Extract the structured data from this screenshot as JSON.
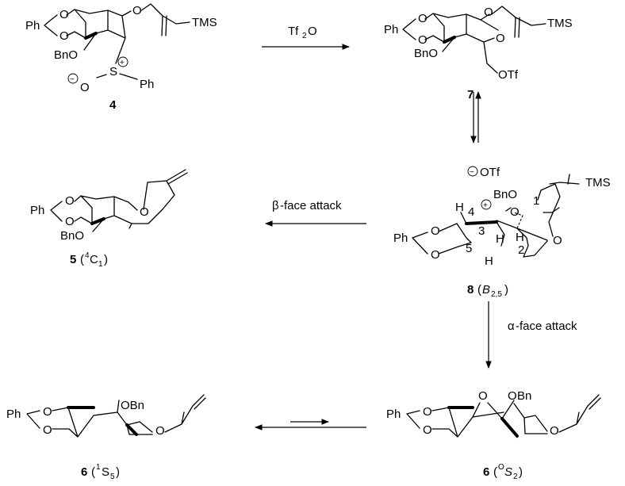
{
  "reagents": {
    "tf2o_main": "Tf",
    "tf2o_sub": "2",
    "tf2o_tail": "O",
    "beta_greek": "β",
    "beta_text": "-face attack",
    "alpha_greek": "α",
    "alpha_text": "-face attack"
  },
  "atoms": {
    "ph": "Ph",
    "bno": "BnO",
    "o": "O",
    "tms": "TMS",
    "otf": "OTf",
    "s": "S",
    "h": "H",
    "obn": "OBn",
    "bn": "Bn"
  },
  "charges": {
    "plus": "+",
    "minus": "−"
  },
  "locants": {
    "c1": "1",
    "c2": "2",
    "c3": "3",
    "c4": "4",
    "c5": "5"
  },
  "compounds": {
    "c4": {
      "num": "4"
    },
    "c7": {
      "num": "7"
    },
    "c8": {
      "num": "8",
      "conf_main": "B",
      "conf_sub": "2,5"
    },
    "c5": {
      "num": "5",
      "conf_sup": "4",
      "conf_main": "C",
      "conf_sub": "1"
    },
    "c6a": {
      "num": "6",
      "conf_sup": "1",
      "conf_main": "S",
      "conf_sub": "5"
    },
    "c6b": {
      "num": "6",
      "conf_sup": "O",
      "conf_main": "S",
      "conf_sub": "2"
    }
  }
}
